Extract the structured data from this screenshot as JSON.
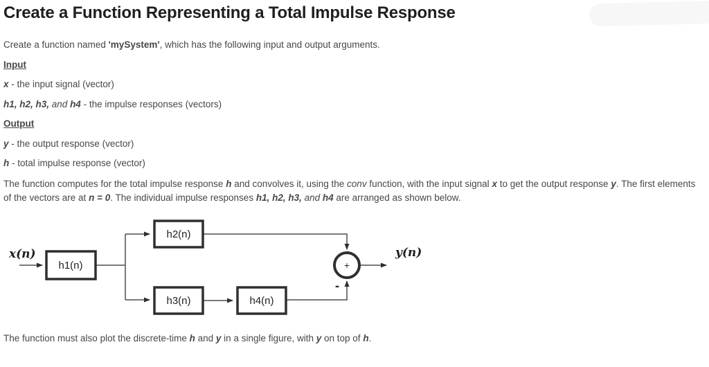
{
  "page": {
    "title": "Create a Function Representing a Total Impulse Response"
  },
  "content": {
    "intro": [
      {
        "t": "Create a function named "
      },
      {
        "t": "'mySystem'",
        "b": true
      },
      {
        "t": ", which has the following input and output arguments."
      }
    ],
    "input_heading": [
      {
        "t": "Input",
        "b": true,
        "u": true
      }
    ],
    "input_item_x": [
      {
        "t": "x",
        "b": true,
        "i": true
      },
      {
        "t": " - the input signal (vector)"
      }
    ],
    "input_item_h": [
      {
        "t": "h1, h2, h3,",
        "b": true,
        "i": true
      },
      {
        "t": " and ",
        "i": true
      },
      {
        "t": "h4",
        "b": true,
        "i": true
      },
      {
        "t": " - the impulse responses (vectors)"
      }
    ],
    "output_heading": [
      {
        "t": "Output",
        "b": true,
        "u": true
      }
    ],
    "output_item_y": [
      {
        "t": "y",
        "b": true,
        "i": true
      },
      {
        "t": " - the output response (vector)"
      }
    ],
    "output_item_h": [
      {
        "t": "h",
        "b": true,
        "i": true
      },
      {
        "t": " - total impulse response (vector)"
      }
    ],
    "description": [
      {
        "t": "The function computes for the total impulse response "
      },
      {
        "t": "h",
        "b": true,
        "i": true
      },
      {
        "t": " and convolves it, using the "
      },
      {
        "t": "conv",
        "i": true
      },
      {
        "t": " function, with the input signal "
      },
      {
        "t": "x",
        "b": true,
        "i": true
      },
      {
        "t": " to get the output response "
      },
      {
        "t": "y",
        "b": true,
        "i": true
      },
      {
        "t": ". The first elements of the vectors are at "
      },
      {
        "t": "n = 0",
        "b": true,
        "i": true
      },
      {
        "t": ". The individual impulse responses "
      },
      {
        "t": "h1, h2, h3,",
        "b": true,
        "i": true
      },
      {
        "t": " and ",
        "i": true
      },
      {
        "t": "h4",
        "b": true,
        "i": true
      },
      {
        "t": " are arranged as shown below."
      }
    ],
    "footer": [
      {
        "t": "The function must also plot the discrete-time "
      },
      {
        "t": "h",
        "b": true,
        "i": true
      },
      {
        "t": " and "
      },
      {
        "t": "y",
        "b": true,
        "i": true
      },
      {
        "t": " in a single figure, with "
      },
      {
        "t": "y",
        "b": true,
        "i": true
      },
      {
        "t": " on top of "
      },
      {
        "t": "h",
        "b": true,
        "i": true
      },
      {
        "t": "."
      }
    ]
  },
  "diagram": {
    "input_label": "x(n)",
    "output_label": "y(n)",
    "block_h1": "h1(n)",
    "block_h2": "h2(n)",
    "block_h3": "h3(n)",
    "block_h4": "h4(n)",
    "sum_operator": "+",
    "feedback_sign": "-"
  },
  "colors": {
    "title_text": "#1f1f1f",
    "body_text": "#474747",
    "diagram_line": "#4d4d4d",
    "diagram_box_border": "#2f2f2f",
    "background": "#ffffff"
  }
}
